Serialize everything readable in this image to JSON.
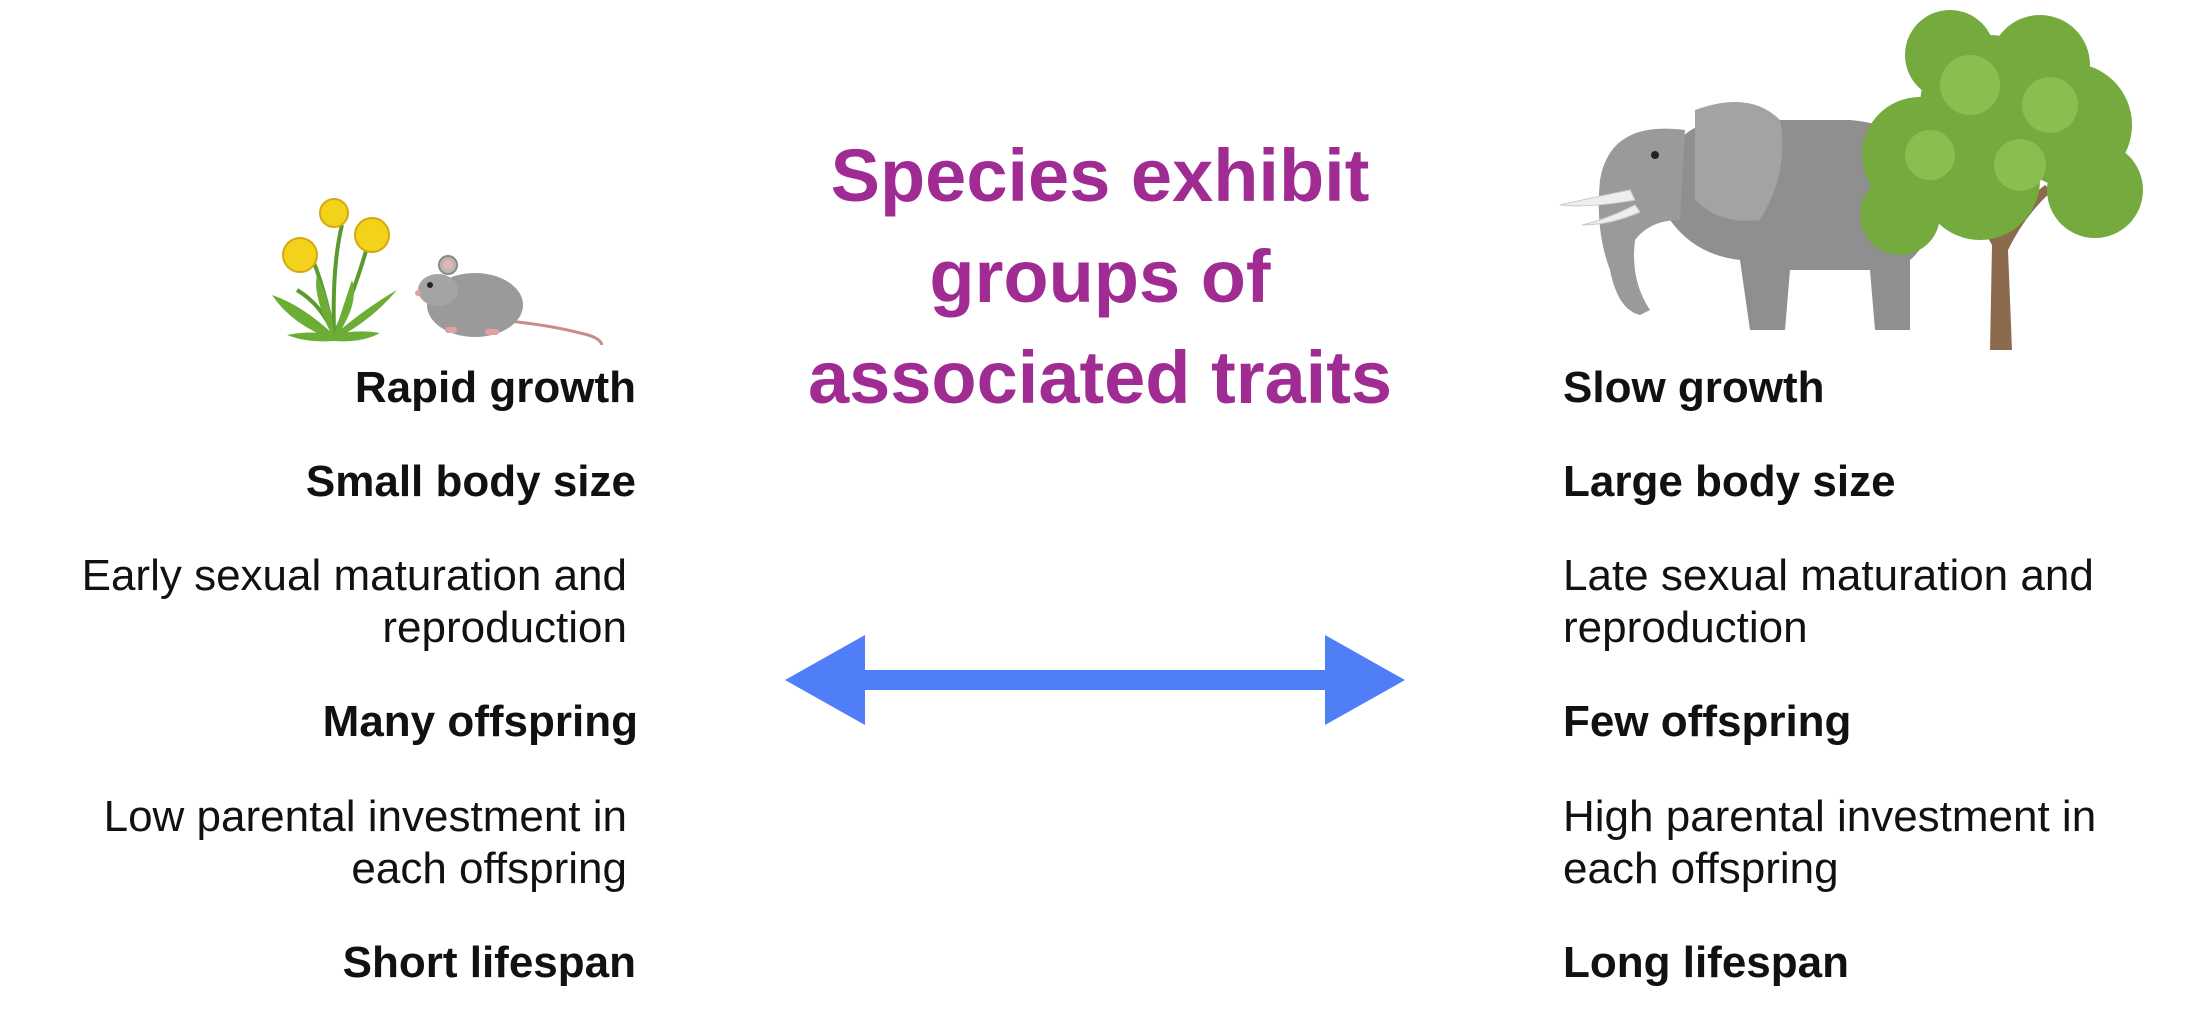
{
  "title": {
    "lines": [
      "Species exhibit",
      "groups of",
      "associated traits"
    ],
    "color": "#a02c93"
  },
  "left_column": {
    "traits": [
      {
        "lines": [
          "Rapid growth"
        ],
        "bold": true
      },
      {
        "lines": [
          "Small body size"
        ],
        "bold": true
      },
      {
        "lines": [
          "Early sexual maturation and",
          "reproduction"
        ],
        "bold": false
      },
      {
        "lines": [
          "Many offspring"
        ],
        "bold": true
      },
      {
        "lines": [
          "Low parental investment in",
          "each offspring"
        ],
        "bold": false
      },
      {
        "lines": [
          "Short lifespan"
        ],
        "bold": true
      }
    ],
    "illustrations": [
      "dandelion-icon",
      "mouse-icon"
    ]
  },
  "right_column": {
    "traits": [
      {
        "lines": [
          "Slow growth"
        ],
        "bold": true
      },
      {
        "lines": [
          "Large body size"
        ],
        "bold": true
      },
      {
        "lines": [
          "Late sexual maturation and",
          "reproduction"
        ],
        "bold": false
      },
      {
        "lines": [
          "Few offspring"
        ],
        "bold": true
      },
      {
        "lines": [
          "High parental investment in",
          "each offspring"
        ],
        "bold": false
      },
      {
        "lines": [
          "Long lifespan"
        ],
        "bold": true
      }
    ],
    "illustrations": [
      "elephant-icon",
      "tree-icon"
    ]
  },
  "arrow": {
    "type": "double-headed",
    "color": "#4f7ef7"
  },
  "colors": {
    "title": "#a02c93",
    "text": "#111111",
    "arrow": "#4f7ef7"
  }
}
